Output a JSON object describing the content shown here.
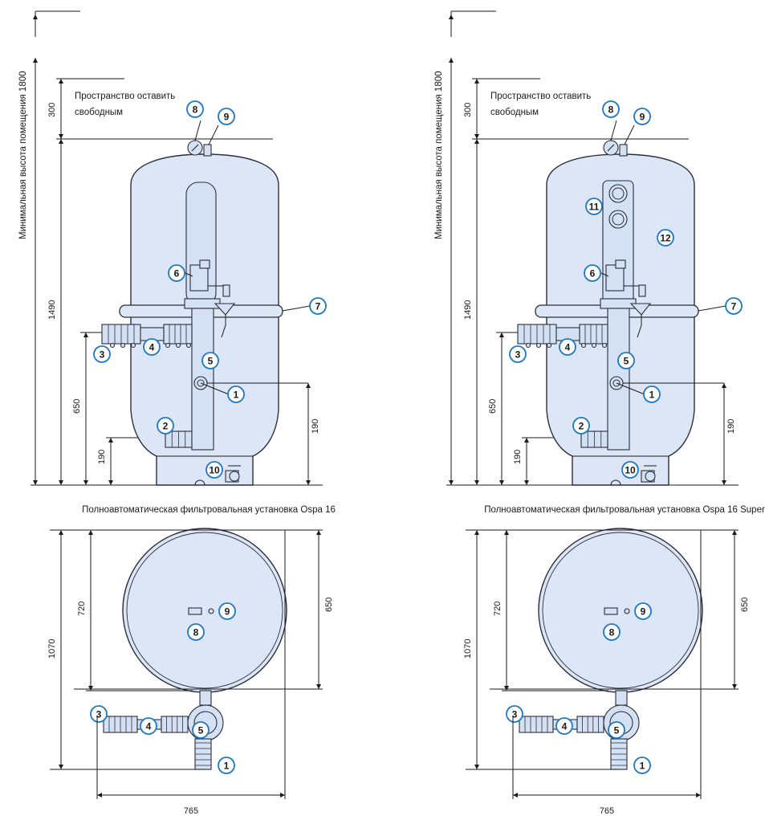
{
  "left": {
    "caption": "Полноавтоматическая фильтровальная установка Ospa 16",
    "note_line1": "Пространство оставить",
    "note_line2": "свободным",
    "vertical_label": "Минимальная высота помещения 1800",
    "dim_300": "300",
    "dim_1490": "1490",
    "dim_650": "650",
    "dim_190_left": "190",
    "dim_190_right": "190",
    "dim_720": "720",
    "dim_1070": "1070",
    "dim_650_top": "650",
    "dim_765": "765",
    "markers": [
      "1",
      "2",
      "3",
      "4",
      "5",
      "6",
      "7",
      "8",
      "9",
      "10"
    ],
    "top_markers": [
      "3",
      "4",
      "5",
      "1",
      "8",
      "9"
    ]
  },
  "right": {
    "caption": "Полноавтоматическая фильтровальная установка Ospa 16 Super",
    "note_line1": "Пространство оставить",
    "note_line2": "свободным",
    "vertical_label": "Минимальная высота помещения 1800",
    "dim_300": "300",
    "dim_1490": "1490",
    "dim_650": "650",
    "dim_190_left": "190",
    "dim_190_right": "190",
    "dim_720": "720",
    "dim_1070": "1070",
    "dim_650_top": "650",
    "dim_765": "765",
    "markers": [
      "1",
      "2",
      "3",
      "4",
      "5",
      "6",
      "7",
      "8",
      "9",
      "10",
      "11",
      "12"
    ],
    "top_markers": [
      "3",
      "4",
      "5",
      "1",
      "8",
      "9"
    ]
  },
  "colors": {
    "tank_fill": "#dce6f7",
    "outline": "#2a2f3a",
    "badge_ring": "#1f78c4"
  }
}
